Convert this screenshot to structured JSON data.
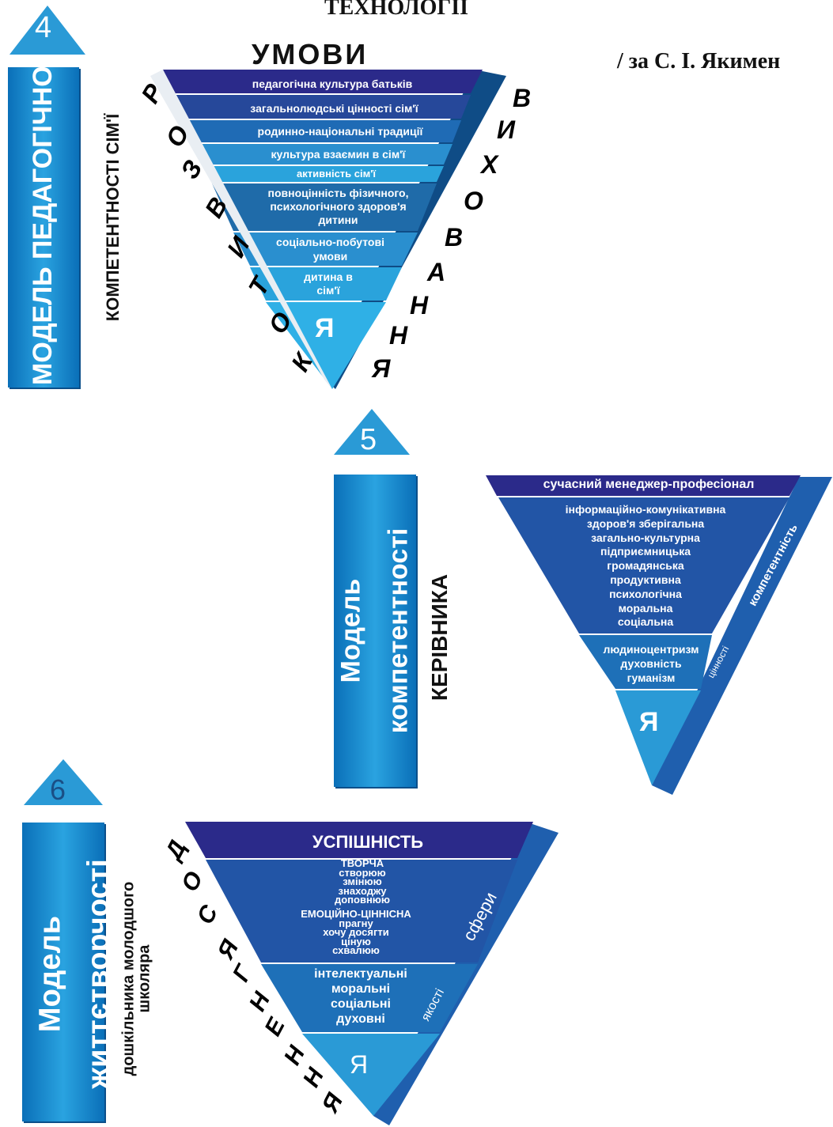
{
  "header": {
    "top_title": "ТЕХНОЛОГІЇ",
    "author": "/ за С. І. Якимен"
  },
  "model4": {
    "number": "4",
    "bar_title": "МОДЕЛЬ ПЕДАГОГІЧНОЇ",
    "side_title": "КОМПЕТЕНТНОСТІ СІМ'Ї",
    "top_label": "УМОВИ",
    "layers": [
      "педагогічна культура батьків",
      "загальнолюдські цінності сім'ї",
      "родинно-національні традиції",
      "культура взаємин в сім'ї",
      "активність сім'ї",
      "повноцінність фізичного,",
      "психологічного здоров'я",
      "дитини",
      "соціально-побутові",
      "умови",
      "дитина в",
      "сім'ї"
    ],
    "core": "Я",
    "left_letters": [
      "Р",
      "О",
      "З",
      "В",
      "И",
      "Т",
      "О",
      "К"
    ],
    "right_letters": [
      "В",
      "И",
      "Х",
      "О",
      "В",
      "А",
      "Н",
      "Н",
      "Я"
    ],
    "colors": {
      "dark": "#2b2a8a",
      "mid": "#1f5fae",
      "light": "#2fa0d8"
    }
  },
  "model5": {
    "number": "5",
    "bar_title_1": "Модель",
    "bar_title_2": "компетентності",
    "side_title": "КЕРІВНИКА",
    "top_layer": "сучасний менеджер-професіонал",
    "competences": [
      "інформаційно-комунікативна",
      "здоров'я зберігальна",
      "загально-культурна",
      "підприємницька",
      "громадянська",
      "продуктивна",
      "психологічна",
      "моральна",
      "соціальна"
    ],
    "values": [
      "людиноцентризм",
      "духовність",
      "гуманізм"
    ],
    "core": "Я",
    "side_label_competence": "компетентність",
    "side_label_values": "цінності"
  },
  "model6": {
    "number": "6",
    "bar_title_1": "Модель",
    "bar_title_2": "життєтворчості",
    "side_title_1": "дошкільника молодшого",
    "side_title_2": "школяра",
    "top_layer": "УСПІШНІСТЬ",
    "creative": [
      "ТВОРЧА",
      "створюю",
      "змінюю",
      "знаходжу",
      "доповнюю"
    ],
    "emotional": [
      "ЕМОЦІЙНО-ЦІННІСНА",
      "прагну",
      "хочу досягти",
      "ціную",
      "схвалюю"
    ],
    "qualities": [
      "інтелектуальні",
      "моральні",
      "соціальні",
      "духовні"
    ],
    "core": "Я",
    "side_label_spheres": "сфери",
    "side_label_qualities": "якості",
    "left_letters": [
      "Д",
      "О",
      "С",
      "Я",
      "Г",
      "Н",
      "Е",
      "Н",
      "Н",
      "Я"
    ]
  }
}
